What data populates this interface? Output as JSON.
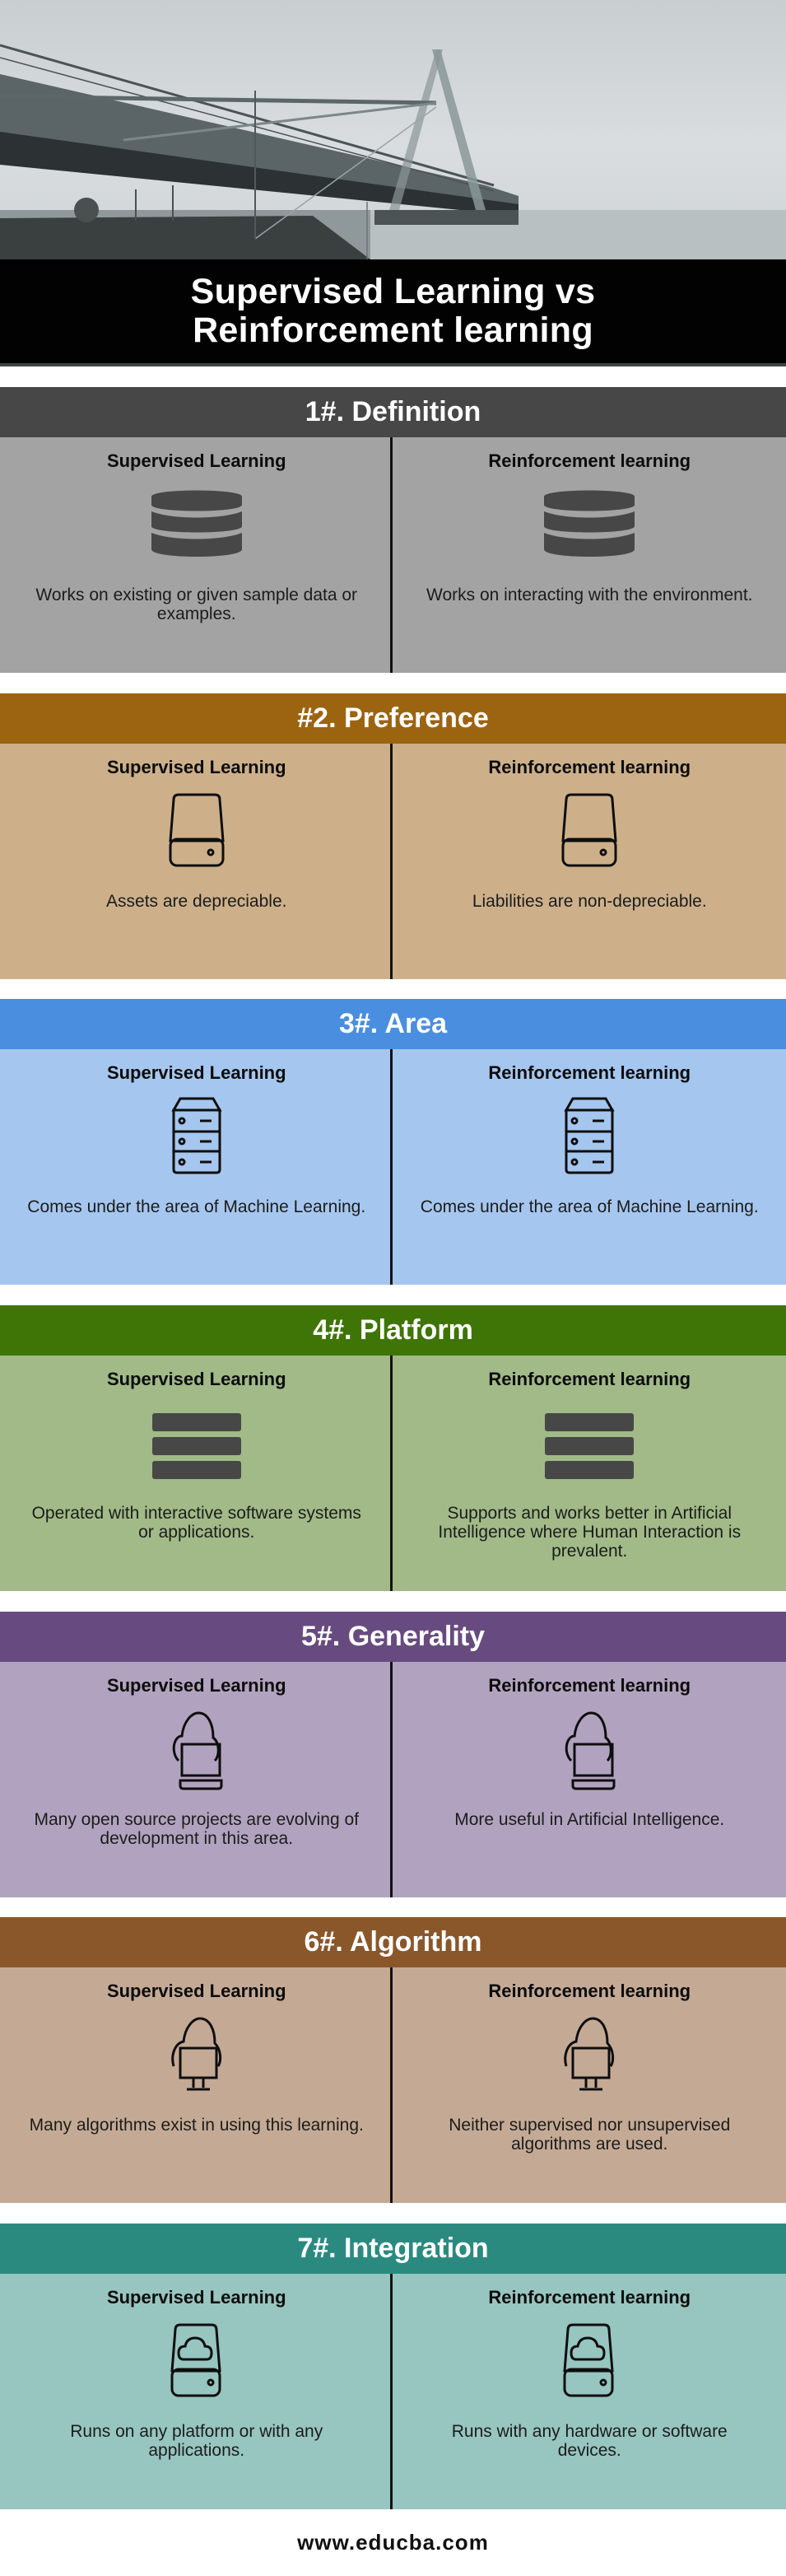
{
  "hero": {
    "title_line1": "Supervised Learning vs",
    "title_line2": "Reinforcement learning"
  },
  "column_headers": {
    "left": "Supervised Learning",
    "right": "Reinforcement learning"
  },
  "sections": [
    {
      "title": "1#. Definition",
      "header_color": "#474747",
      "body_color": "#a3a3a3",
      "icon": "database-icon",
      "left_text": "Works on existing or given sample data or examples.",
      "right_text": "Works on interacting with the environment."
    },
    {
      "title": "#2. Preference",
      "header_color": "#9c6411",
      "body_color": "#cdb08a",
      "icon": "hard-drive-icon",
      "left_text": "Assets are depreciable.",
      "right_text": "Liabilities are non-depreciable."
    },
    {
      "title": "3#. Area",
      "header_color": "#4a8ee0",
      "body_color": "#a5c6ee",
      "icon": "server-rack-icon",
      "left_text": "Comes under the area of Machine Learning.",
      "right_text": "Comes under the area of Machine Learning."
    },
    {
      "title": "4#. Platform",
      "header_color": "#3f7506",
      "body_color": "#a1ba87",
      "icon": "stacked-bars-icon",
      "left_text": "Operated with interactive software systems or applications.",
      "right_text": "Supports and works better in Artificial Intelligence where Human Interaction is prevalent."
    },
    {
      "title": "5#. Generality",
      "header_color": "#674b80",
      "body_color": "#b1a3bf",
      "icon": "cloud-laptop-icon",
      "left_text": "Many open source projects are evolving of development in this area.",
      "right_text": "More useful in Artificial Intelligence."
    },
    {
      "title": "6#. Algorithm",
      "header_color": "#8a572b",
      "body_color": "#c4aa95",
      "icon": "cloud-monitor-icon",
      "left_text": "Many algorithms exist in using this learning.",
      "right_text": "Neither supervised nor unsupervised algorithms are used."
    },
    {
      "title": "7#. Integration",
      "header_color": "#2b8a80",
      "body_color": "#97c5c0",
      "icon": "cloud-drive-icon",
      "left_text": "Runs on any platform or with any applications.",
      "right_text": "Runs with any hardware or software devices."
    }
  ],
  "footer": {
    "website": "www.educba.com"
  }
}
